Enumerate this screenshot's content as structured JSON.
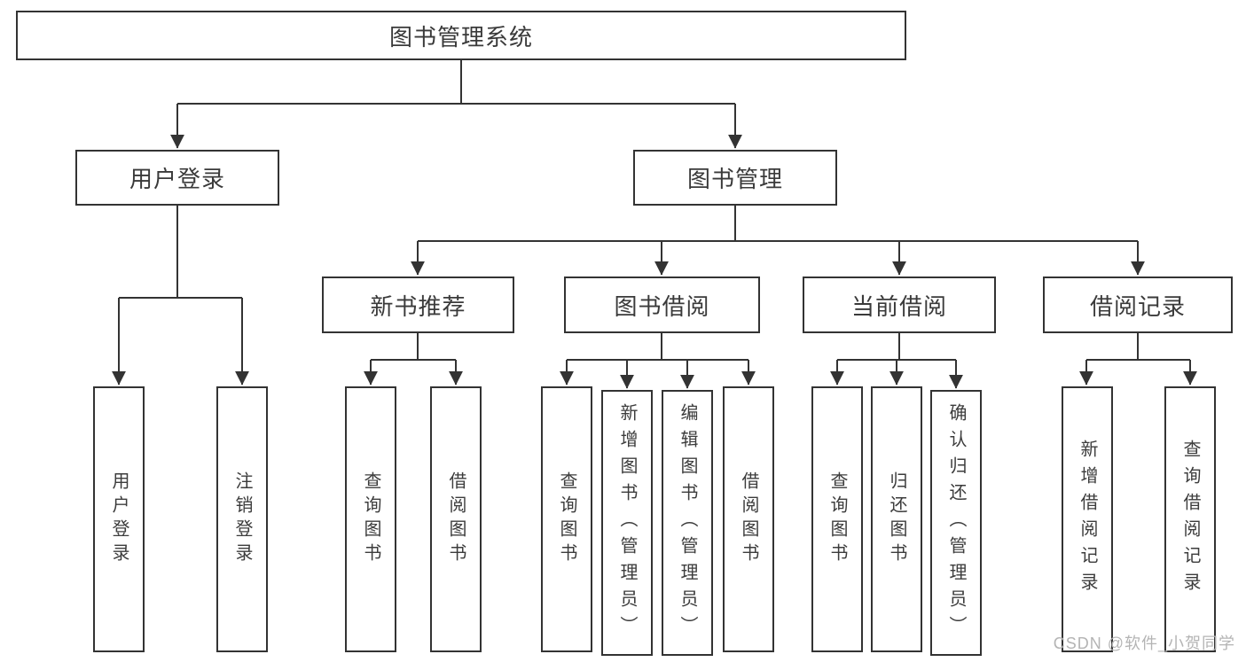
{
  "tree": {
    "root": {
      "label": "图书管理系统"
    },
    "children": [
      {
        "label": "用户登录",
        "children": [
          {
            "label": "用户登录"
          },
          {
            "label": "注销登录"
          }
        ]
      },
      {
        "label": "图书管理",
        "children": [
          {
            "label": "新书推荐",
            "children": [
              {
                "label": "查询图书"
              },
              {
                "label": "借阅图书"
              }
            ]
          },
          {
            "label": "图书借阅",
            "children": [
              {
                "label": "查询图书"
              },
              {
                "label": "新增图书（管理员）"
              },
              {
                "label": "编辑图书（管理员）"
              },
              {
                "label": "借阅图书"
              }
            ]
          },
          {
            "label": "当前借阅",
            "children": [
              {
                "label": "查询图书"
              },
              {
                "label": "归还图书"
              },
              {
                "label": "确认归还（管理员）"
              }
            ]
          },
          {
            "label": "借阅记录",
            "children": [
              {
                "label": "新增借阅记录"
              },
              {
                "label": "查询借阅记录"
              }
            ]
          }
        ]
      }
    ]
  },
  "watermark": {
    "text": "CSDN @软件_小贺同学"
  },
  "colors": {
    "line": "#333333",
    "text": "#3a3a3a",
    "watermark": "#b4b4b4",
    "background": "#ffffff"
  }
}
